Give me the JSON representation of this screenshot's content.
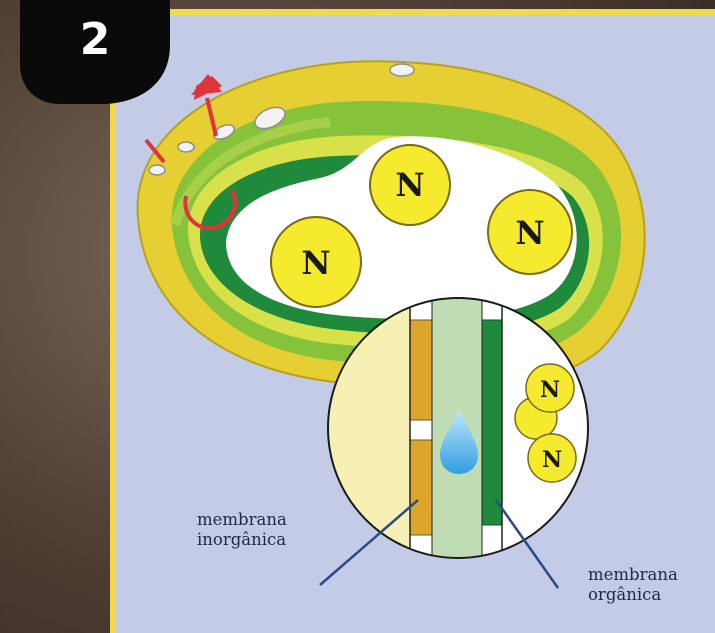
{
  "step_number": "2",
  "labels": {
    "inorganic_membrane": [
      "membrana",
      "inorgânica"
    ],
    "organic_membrane": [
      "membrana",
      "orgânica"
    ]
  },
  "nucleus_symbol": "N",
  "icons": {
    "arrow": "exit-arrow-icon",
    "drop": "water-drop-icon"
  },
  "colors": {
    "panel_bg": "#c3cbe6",
    "panel_border": "#f1d94a",
    "shell_yellow": "#e8d23a",
    "shell_green": "#88c33a",
    "inner_dark_green": "#1f8a3c",
    "nucleus_fill": "#f6ea2e",
    "water_drop": "#3aa8e6",
    "arrow_red": "#e0343a",
    "leader_line": "#2b4a86"
  }
}
